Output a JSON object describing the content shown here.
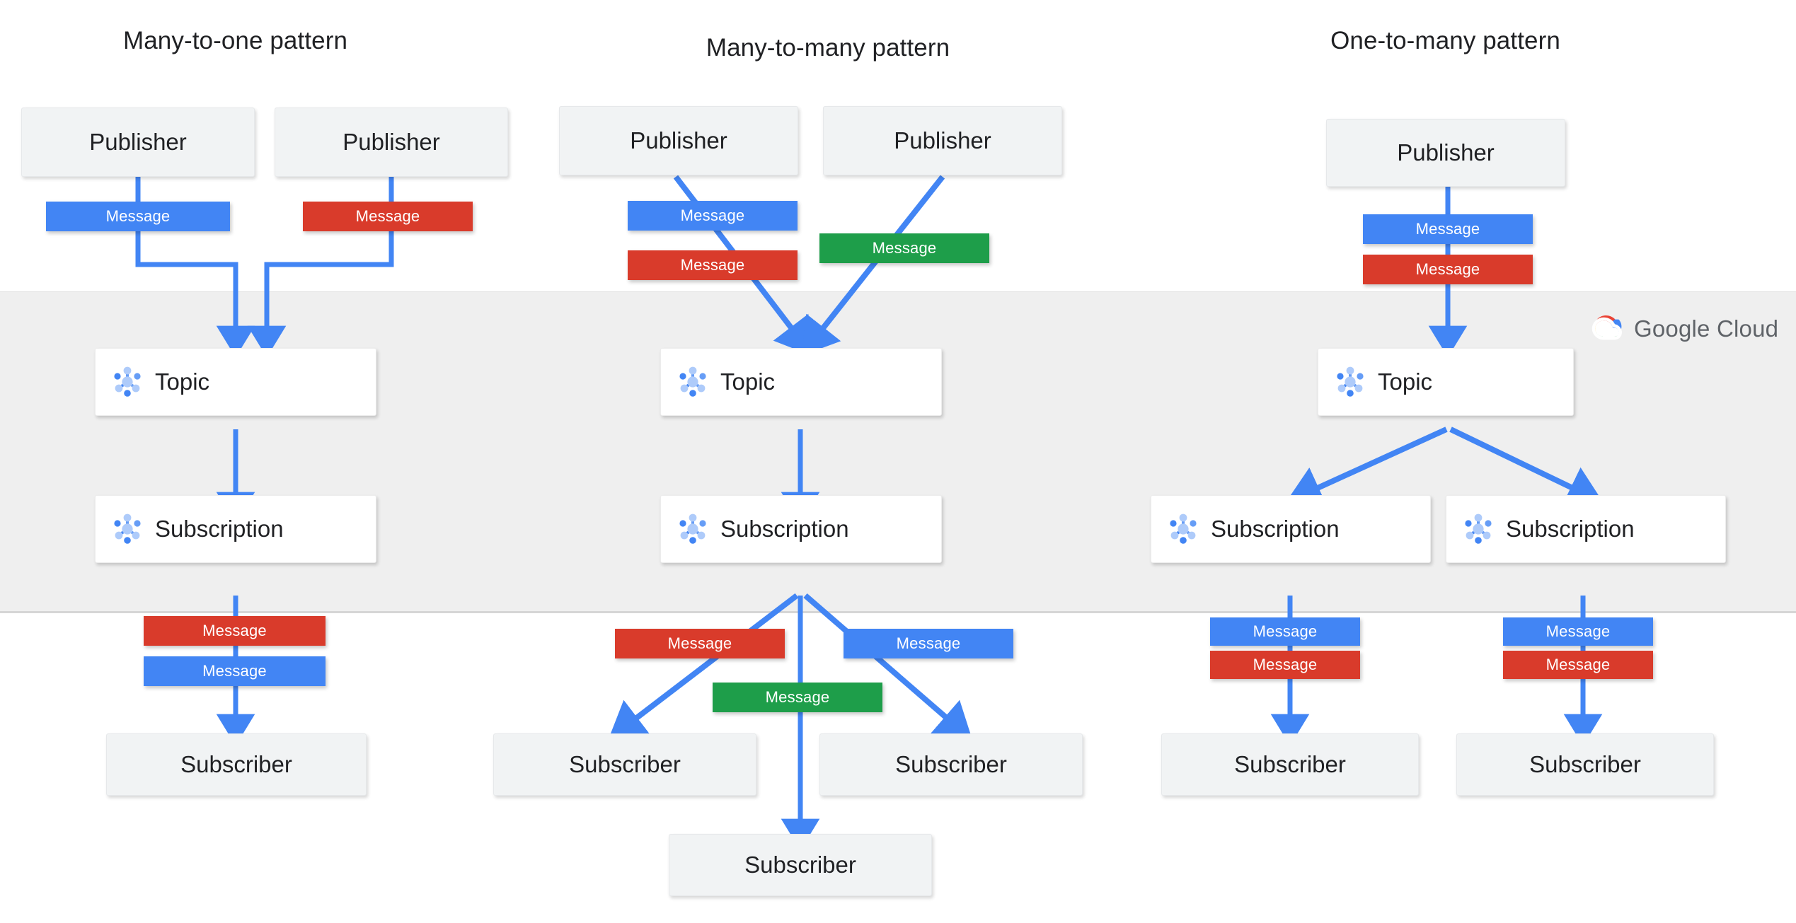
{
  "diagram": {
    "title_left": "Many-to-one pattern",
    "title_middle": "Many-to-many  pattern",
    "title_right": "One-to-many pattern",
    "brand": "Google Cloud",
    "labels": {
      "publisher": "Publisher",
      "subscriber": "Subscriber",
      "topic": "Topic",
      "subscription": "Subscription",
      "message": "Message"
    },
    "colors": {
      "blue": "#4285f4",
      "red": "#d93b2b",
      "green": "#1e9e4a",
      "band": "#efefef",
      "endpoint": "#f1f3f4",
      "arrow": "#4285f4",
      "icon_light": "#aecbfa",
      "icon_mid": "#669df6",
      "icon_dark": "#4285f4"
    },
    "columns": [
      {
        "id": "many-to-one",
        "title": "Many-to-one pattern",
        "publishers": [
          "Publisher",
          "Publisher"
        ],
        "publish_messages": [
          "Message",
          "Message"
        ],
        "publish_message_colors": [
          "blue",
          "red"
        ],
        "topics": [
          "Topic"
        ],
        "subscriptions": [
          "Subscription"
        ],
        "deliver_messages": [
          "Message",
          "Message"
        ],
        "deliver_message_colors": [
          "red",
          "blue"
        ],
        "subscribers": [
          "Subscriber"
        ]
      },
      {
        "id": "many-to-many",
        "title": "Many-to-many  pattern",
        "publishers": [
          "Publisher",
          "Publisher"
        ],
        "publish_messages": [
          "Message",
          "Message",
          "Message"
        ],
        "publish_message_colors": [
          "blue",
          "red",
          "green"
        ],
        "topics": [
          "Topic"
        ],
        "subscriptions": [
          "Subscription"
        ],
        "deliver_messages": [
          "Message",
          "Message",
          "Message"
        ],
        "deliver_message_colors": [
          "red",
          "blue",
          "green"
        ],
        "subscribers": [
          "Subscriber",
          "Subscriber",
          "Subscriber"
        ]
      },
      {
        "id": "one-to-many",
        "title": "One-to-many pattern",
        "publishers": [
          "Publisher"
        ],
        "publish_messages": [
          "Message",
          "Message"
        ],
        "publish_message_colors": [
          "blue",
          "red"
        ],
        "topics": [
          "Topic"
        ],
        "subscriptions": [
          "Subscription",
          "Subscription"
        ],
        "deliver_messages": [
          "Message",
          "Message",
          "Message",
          "Message"
        ],
        "deliver_message_colors": [
          "blue",
          "red",
          "blue",
          "red"
        ],
        "subscribers": [
          "Subscriber",
          "Subscriber"
        ]
      }
    ]
  }
}
